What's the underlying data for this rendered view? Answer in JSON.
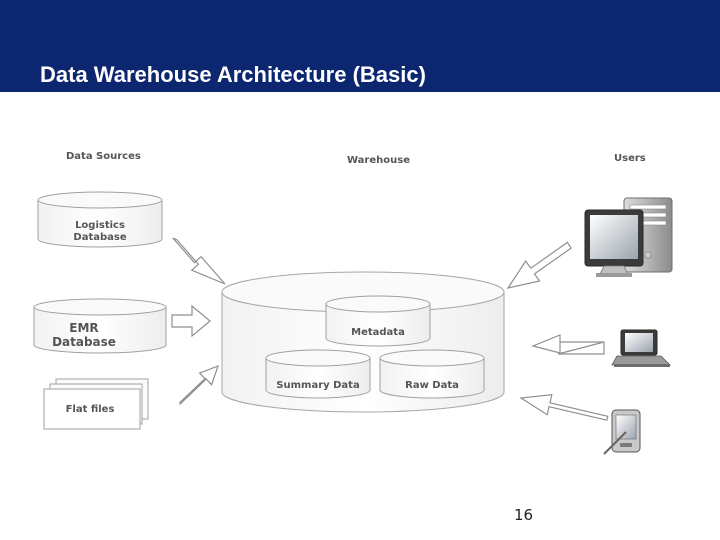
{
  "slide": {
    "title": "Data Warehouse Architecture (Basic)",
    "page_number": "16"
  },
  "diagram": {
    "sections": {
      "sources": "Data Sources",
      "warehouse": "Warehouse",
      "users": "Users"
    },
    "sources": {
      "logistics_line1": "Logistics",
      "logistics_line2": "Database",
      "emr_line1": "EMR",
      "emr_line2": "Database",
      "flat_files": "Flat files"
    },
    "warehouse": {
      "metadata": "Metadata",
      "summary_data": "Summary Data",
      "raw_data": "Raw Data"
    },
    "users": [
      "desktop-computer-icon",
      "laptop-icon",
      "pda-icon"
    ]
  },
  "colors": {
    "header": "#0c2770",
    "header_text": "#ffffff",
    "diagram_stroke": "#999999",
    "label_text": "#555555"
  }
}
